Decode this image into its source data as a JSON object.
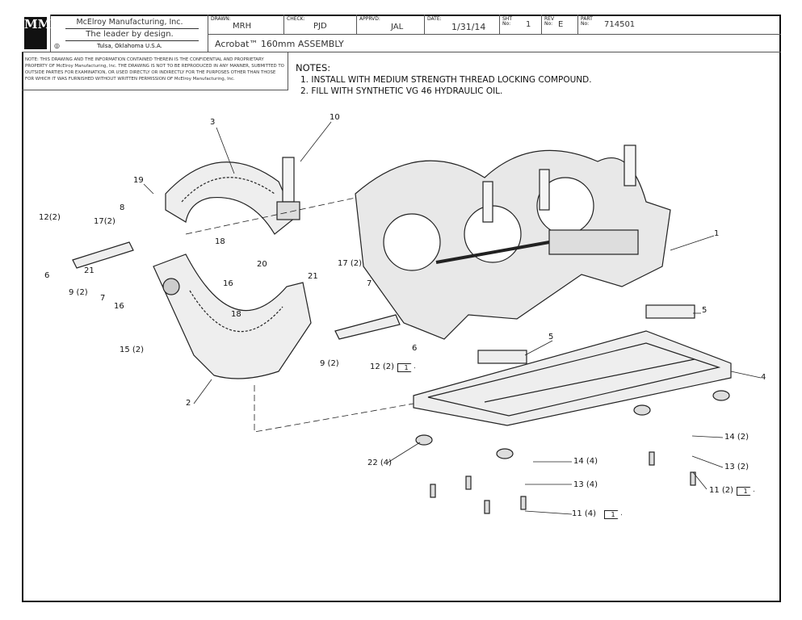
{
  "title_block": {
    "logo_text": "MMI",
    "company": "McElroy Manufacturing, Inc.",
    "slogan": "The leader by design.",
    "location": "Tulsa, Oklahoma U.S.A.",
    "drawn_label": "DRAWN:",
    "drawn": "MRH",
    "check_label": "CHECK:",
    "check": "PJD",
    "apprvd_label": "APPRVD:",
    "apprvd": "JAL",
    "date_label": "DATE:",
    "date": "1/31/14",
    "sht_label": "SHT No:",
    "sht": "1",
    "rev_label": "REV No:",
    "rev": "E",
    "part_label": "PART No:",
    "part": "714501",
    "title": "Acrobat™ 160mm ASSEMBLY",
    "confidential_note": "NOTE: THIS DRAWING AND THE INFORMATION CONTAINED THEREIN IS THE CONFIDENTIAL AND PROPRIETARY PROPERTY OF McElroy Manufacturing, Inc. THE DRAWING IS NOT TO BE REPRODUCED IN ANY MANNER, SUBMITTED TO OUTSIDE PARTIES FOR EXAMINATION, OR USED DIRECTLY OR INDIRECTLY FOR THE PURPOSES OTHER THAN THOSE FOR WHICH IT WAS FURNISHED WITHOUT WRITTEN PERMISSION OF McElroy Manufacturing, Inc."
  },
  "notes": {
    "heading": "NOTES:",
    "items": [
      "1. INSTALL WITH MEDIUM STRENGTH THREAD LOCKING COMPOUND.",
      "2. FILL WITH SYNTHETIC VG 46 HYDRAULIC OIL."
    ]
  },
  "callouts": [
    "10",
    "3",
    "19",
    "8",
    "12(2)",
    "17(2)",
    "18",
    "20",
    "6",
    "21",
    "9 (2)",
    "7",
    "16",
    "16",
    "17 (2)",
    "21",
    "7",
    "18",
    "15 (2)",
    "9 (2)",
    "12 (2)",
    "6",
    "2",
    "1",
    "5",
    "5",
    "4",
    "22 (4)",
    "14 (4)",
    "13 (4)",
    "11 (4)",
    "14 (2)",
    "13 (2)",
    "11 (2)"
  ],
  "note_flag": "1"
}
